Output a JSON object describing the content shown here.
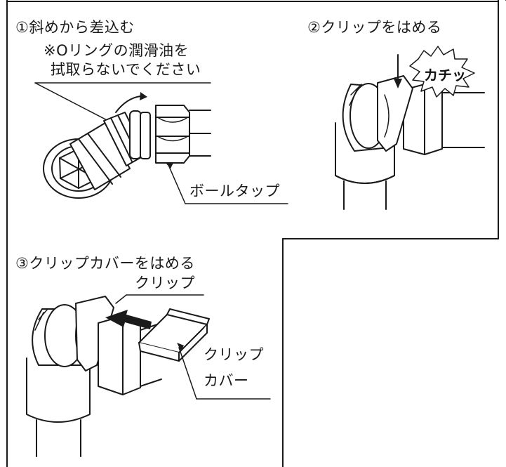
{
  "step1": {
    "title": "①斜めから差込む",
    "note_line1": "※Oリングの潤滑油を",
    "note_line2": "拭取らないでください",
    "part_label": "ボールタップ"
  },
  "step2": {
    "title": "②クリップをはめる",
    "sound": "カチッ"
  },
  "step3": {
    "title": "③クリップカバーをはめる",
    "clip_label": "クリップ",
    "cover_label_line1": "クリップ",
    "cover_label_line2": "カバー"
  },
  "colors": {
    "line": "#1a1a1a",
    "pipe_fill": "#ffffff",
    "background": "#ffffff"
  }
}
